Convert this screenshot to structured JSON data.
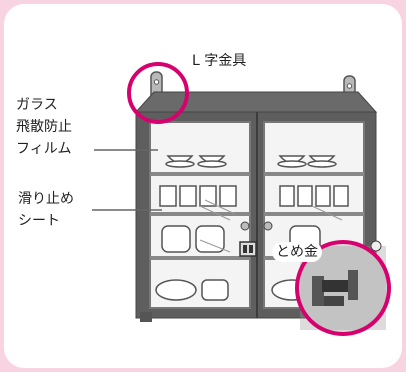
{
  "labels": {
    "l_bracket": "L 字金具",
    "glass_film": "ガラス\n飛散防止\nフィルム",
    "nonslip_sheet": "滑り止め\nシート",
    "clasp": "とめ金"
  },
  "colors": {
    "page_background": "#f8d3e2",
    "card": "#ffffff",
    "highlight_circle": "#d6006e",
    "cabinet_frame": "#555555",
    "leader_line": "#666666"
  },
  "icons": [
    "l-bracket-icon",
    "cabinet-illustration",
    "clasp-icon"
  ]
}
